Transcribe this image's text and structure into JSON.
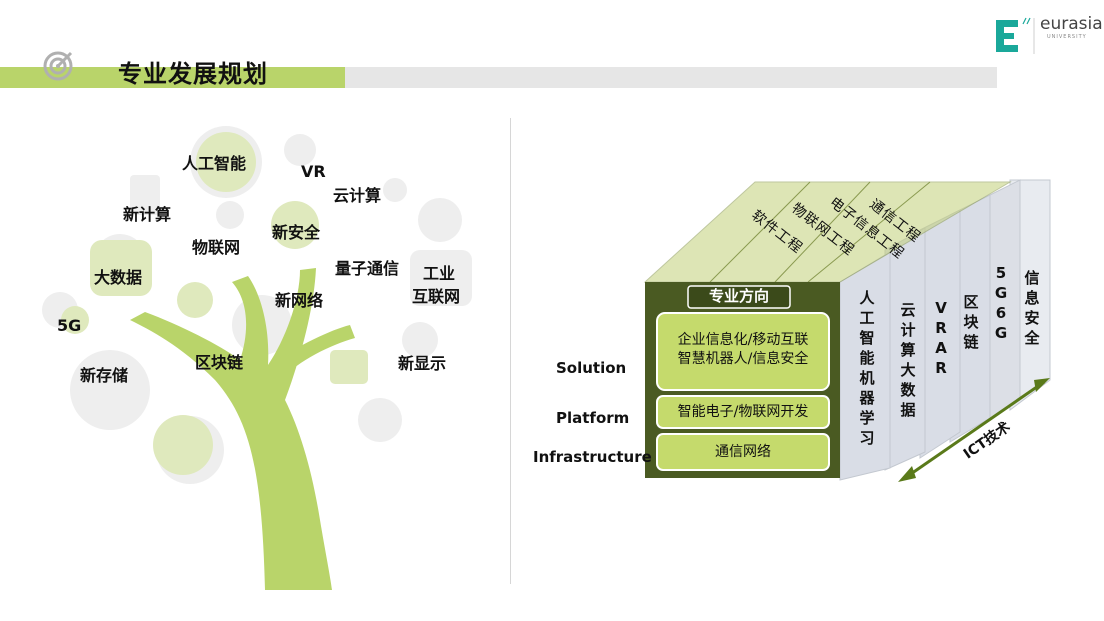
{
  "header": {
    "title": "专业发展规划",
    "logo_text": "eurasia",
    "logo_sub": "UNIVERSITY"
  },
  "tree": {
    "words": [
      "人工智能",
      "VR",
      "云计算",
      "新计算",
      "物联网",
      "新安全",
      "大数据",
      "量子通信",
      "工业",
      "互联网",
      "新网络",
      "5G",
      "新存储",
      "区块链",
      "新显示"
    ]
  },
  "diagram": {
    "layers": [
      "Solution",
      "Platform",
      "Infrastructure"
    ],
    "front_title": "专业方向",
    "solution_text": [
      "企业信息化/移动互联",
      "智慧机器人/信息安全"
    ],
    "platform_text": "智能电子/物联网开发",
    "infra_text": "通信网络",
    "top_labels": [
      "软件工程",
      "物联网工程",
      "电子信息工程",
      "通信工程"
    ],
    "columns": [
      "人工智能 机器学习",
      "云计算 大数据",
      "VR AR",
      "区块链",
      "5G 6G",
      "信息安全"
    ],
    "axis_label": "ICT技术",
    "colors": {
      "accent_green": "#b9d46a",
      "dark_green": "#4a5a22",
      "box_green": "#c5da6c",
      "slice_gray": "#d9dde6"
    }
  }
}
